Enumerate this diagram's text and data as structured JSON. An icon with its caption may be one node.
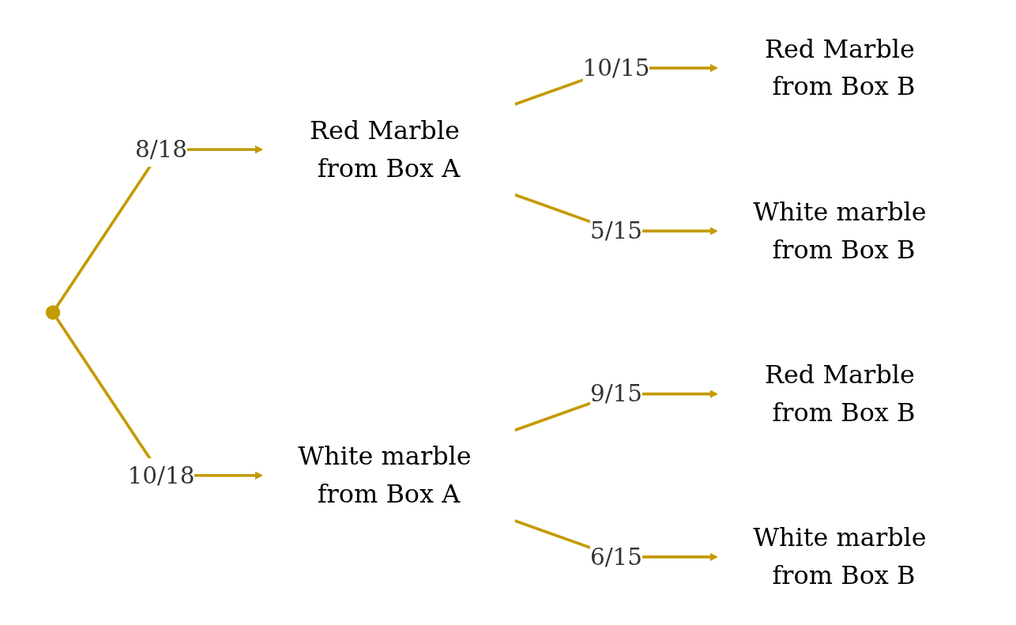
{
  "diagram": {
    "nodes": [
      {
        "text": [
          "Red Marble from Box A"
        ]
      },
      {
        "text": [
          "White marble from Box A"
        ]
      },
      {
        "text": [
          "Red Marble from Box B"
        ]
      },
      {
        "text": [
          "White marble from Box B"
        ]
      },
      {
        "text": [
          "Red Marble from Box B"
        ]
      },
      {
        "text": [
          "White marble from Box B"
        ]
      }
    ],
    "edges": [
      {
        "from": null,
        "to": 0,
        "arrow": "to",
        "label": "8/18"
      },
      {
        "from": null,
        "to": 1,
        "arrow": "to",
        "label": "10/18"
      },
      {
        "from": 0,
        "to": 2,
        "arrow": "to",
        "label": "10/15"
      },
      {
        "from": 0,
        "to": 3,
        "arrow": "to",
        "label": "5/15"
      },
      {
        "from": 1,
        "to": 4,
        "arrow": "to",
        "label": "9/15"
      },
      {
        "from": 1,
        "to": 5,
        "arrow": "to",
        "label": "6/15"
      }
    ]
  }
}
